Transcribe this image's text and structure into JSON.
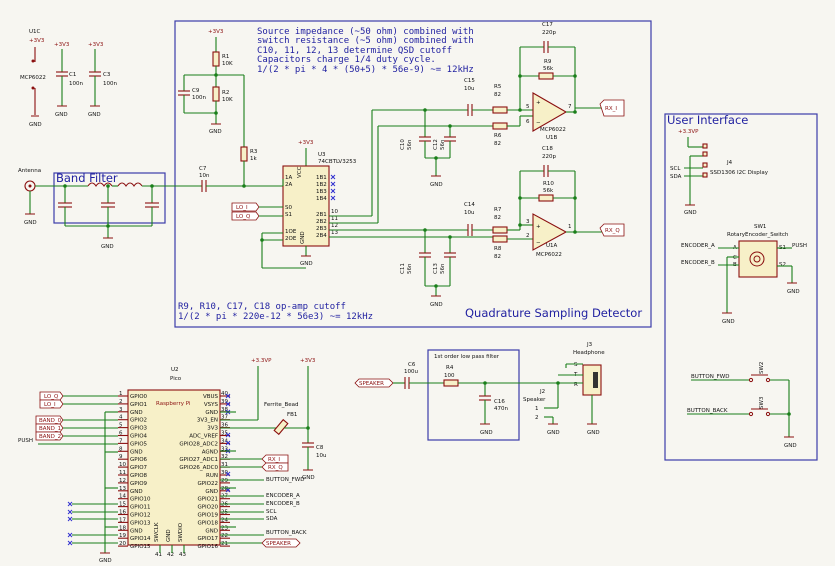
{
  "sections": {
    "band_filter": "Band Filter",
    "user_interface": "User Interface",
    "qsd": "Quadrature Sampling Detector",
    "lpf": "1st order low pass filter"
  },
  "notes": {
    "qsd_1": "Source impedance (~50 ohm) combined with",
    "qsd_2": "switch resistance (~5 ohm) combined with",
    "qsd_3": "C10, 11, 12, 13 determine QSD cutoff",
    "qsd_4": "Capacitors charge 1/4 duty cycle.",
    "qsd_5": "1/(2 * pi * 4 * (50+5) * 56e-9) ~= 12kHz",
    "opamp_1": "R9, R10, C17, C18  op-amp cutoff",
    "opamp_2": "1/(2 * pi * 220e-12 * 56e3) ~= 12kHz"
  },
  "power": {
    "p3v3": "+3V3",
    "p3v3p": "+3.3VP",
    "gnd": "GND"
  },
  "u1c": {
    "ref": "U1C",
    "value": "MCP6022"
  },
  "c1": {
    "ref": "C1",
    "value": "100n"
  },
  "c3": {
    "ref": "C3",
    "value": "100n"
  },
  "antenna": {
    "label": "Antenna"
  },
  "r1": {
    "ref": "R1",
    "value": "10K"
  },
  "r2": {
    "ref": "R2",
    "value": "10K"
  },
  "r3": {
    "ref": "R3",
    "value": "1k"
  },
  "c9": {
    "ref": "C9",
    "value": "100n"
  },
  "c7": {
    "ref": "C7",
    "value": "10n"
  },
  "u3": {
    "ref": "U3",
    "value": "74CBTLV3253"
  },
  "u3_pins": {
    "vcc": "VCC",
    "gnd": "GND",
    "a1": "1A",
    "a2": "2A",
    "s0": "S0",
    "s1": "S1",
    "oe1": "1OE",
    "oe2": "2OE",
    "b1_1": "1B1",
    "b1_2": "1B2",
    "b1_3": "1B3",
    "b1_4": "1B4",
    "b2_1": "2B1",
    "b2_2": "2B2",
    "b2_3": "2B3",
    "b2_4": "2B4"
  },
  "u3_pinnums": {
    "p1": "1",
    "p2": "2",
    "p14": "14",
    "p16": "16",
    "p15": "15",
    "p8": "8",
    "p10": "10",
    "p11": "11",
    "p12": "12",
    "p13": "13"
  },
  "c15": {
    "ref": "C15",
    "value": "10u"
  },
  "c14": {
    "ref": "C14",
    "value": "10u"
  },
  "c10": {
    "ref": "C10",
    "value": "56n"
  },
  "c12": {
    "ref": "C12",
    "value": "56n"
  },
  "c11": {
    "ref": "C11",
    "value": "56n"
  },
  "c13": {
    "ref": "C13",
    "value": "56n"
  },
  "r5": {
    "ref": "R5",
    "value": "82"
  },
  "r6": {
    "ref": "R6",
    "value": "82"
  },
  "r7": {
    "ref": "R7",
    "value": "82"
  },
  "r8": {
    "ref": "R8",
    "value": "82"
  },
  "c17": {
    "ref": "C17",
    "value": "220p"
  },
  "c18": {
    "ref": "C18",
    "value": "220p"
  },
  "r9": {
    "ref": "R9",
    "value": "56k"
  },
  "r10": {
    "ref": "R10",
    "value": "56k"
  },
  "u1b": {
    "ref": "U1B",
    "value": "MCP6022"
  },
  "u1a": {
    "ref": "U1A",
    "value": "MCP6022"
  },
  "u1_pins": {
    "p5": "5",
    "p6": "6",
    "p7": "7",
    "p3": "3",
    "p2": "2",
    "p1": "1"
  },
  "nets": {
    "rx_i": "RX_I",
    "rx_q": "RX_Q",
    "lo_i": "LO_I",
    "lo_q": "LO_Q",
    "band_0": "BAND_0",
    "band_1": "BAND_1",
    "band_2": "BAND_2",
    "push": "PUSH",
    "scl": "SCL",
    "sda": "SDA",
    "encoder_a": "ENCODER_A",
    "encoder_b": "ENCODER_B",
    "button_fwd": "BUTTON_FWD",
    "button_back": "BUTTON_BACK",
    "speaker": "SPEAKER"
  },
  "j4": {
    "ref": "J4",
    "value": "SSD1306 I2C Display"
  },
  "sw1": {
    "ref": "SW1",
    "value": "RotaryEncoder_Switch"
  },
  "sw1_pins": {
    "a": "A",
    "c": "C",
    "b": "B",
    "s1": "S1",
    "s2": "S2"
  },
  "sw2": {
    "ref": "SW2"
  },
  "sw3": {
    "ref": "SW3"
  },
  "u2": {
    "ref": "U2",
    "value": "Pico",
    "title": "Raspberry Pi"
  },
  "u2_left": [
    {
      "num": "1",
      "name": "GPIO0"
    },
    {
      "num": "2",
      "name": "GPIO1"
    },
    {
      "num": "3",
      "name": "GND"
    },
    {
      "num": "4",
      "name": "GPIO2"
    },
    {
      "num": "5",
      "name": "GPIO3"
    },
    {
      "num": "6",
      "name": "GPIO4"
    },
    {
      "num": "7",
      "name": "GPIO5"
    },
    {
      "num": "8",
      "name": "GND"
    },
    {
      "num": "9",
      "name": "GPIO6"
    },
    {
      "num": "10",
      "name": "GPIO7"
    },
    {
      "num": "11",
      "name": "GPIO8"
    },
    {
      "num": "12",
      "name": "GPIO9"
    },
    {
      "num": "13",
      "name": "GND"
    },
    {
      "num": "14",
      "name": "GPIO10"
    },
    {
      "num": "15",
      "name": "GPIO11"
    },
    {
      "num": "16",
      "name": "GPIO12"
    },
    {
      "num": "17",
      "name": "GPIO13"
    },
    {
      "num": "18",
      "name": "GND"
    },
    {
      "num": "19",
      "name": "GPIO14"
    },
    {
      "num": "20",
      "name": "GPIO15"
    }
  ],
  "u2_right": [
    {
      "num": "40",
      "name": "VBUS"
    },
    {
      "num": "39",
      "name": "VSYS"
    },
    {
      "num": "38",
      "name": "GND"
    },
    {
      "num": "37",
      "name": "3V3_EN"
    },
    {
      "num": "36",
      "name": "3V3"
    },
    {
      "num": "35",
      "name": "ADC_VREF"
    },
    {
      "num": "34",
      "name": "GPIO28_ADC2"
    },
    {
      "num": "33",
      "name": "AGND"
    },
    {
      "num": "32",
      "name": "GPIO27_ADC1"
    },
    {
      "num": "31",
      "name": "GPIO26_ADC0"
    },
    {
      "num": "30",
      "name": "RUN"
    },
    {
      "num": "29",
      "name": "GPIO22"
    },
    {
      "num": "28",
      "name": "GND"
    },
    {
      "num": "27",
      "name": "GPIO21"
    },
    {
      "num": "26",
      "name": "GPIO20"
    },
    {
      "num": "25",
      "name": "GPIO19"
    },
    {
      "num": "24",
      "name": "GPIO18"
    },
    {
      "num": "23",
      "name": "GND"
    },
    {
      "num": "22",
      "name": "GPIO17"
    },
    {
      "num": "21",
      "name": "GPIO16"
    }
  ],
  "u2_bottom": {
    "swclk": "SWCLK",
    "gnd": "GND",
    "swdio": "SWDIO",
    "n41": "41",
    "n42": "42",
    "n43": "43"
  },
  "fb1": {
    "ref": "FB1",
    "value": "Ferrite_Bead"
  },
  "c8": {
    "ref": "C8",
    "value": "10u"
  },
  "c6": {
    "ref": "C6",
    "value": "100u"
  },
  "r4": {
    "ref": "R4",
    "value": "100"
  },
  "c16": {
    "ref": "C16",
    "value": "470n"
  },
  "j3": {
    "ref": "J3",
    "value": "Headphone"
  },
  "j3_pins": {
    "s": "S",
    "t": "T",
    "r": "R"
  },
  "j2": {
    "ref": "J2",
    "value": "Speaker",
    "p1": "1",
    "p2": "2"
  }
}
